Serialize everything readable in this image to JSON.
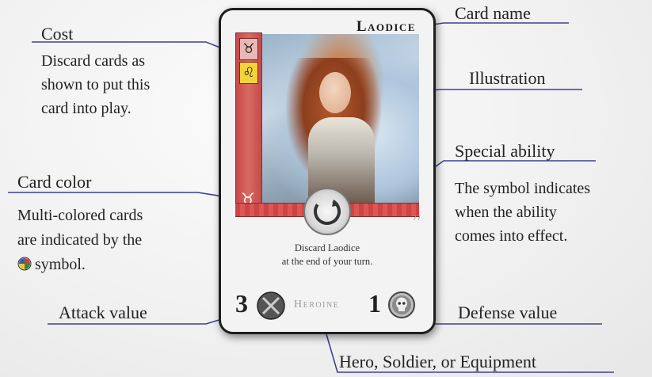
{
  "card": {
    "name": "Laodice",
    "ability_text_line1": "Discard Laodice",
    "ability_text_line2": "at the end of your turn.",
    "attack_value": "3",
    "defense_value": "1",
    "type": "Heroine",
    "card_number": "77",
    "cost_symbols": [
      {
        "glyph": "♉",
        "name": "taurus-icon",
        "bg": "#e8b9b4"
      },
      {
        "glyph": "♌",
        "name": "leo-icon",
        "bg": "#f2d43a"
      },
      {
        "glyph": "♉",
        "name": "taurus-icon",
        "bg": "#c64a4a"
      }
    ],
    "card_color": "#c64a4a"
  },
  "labels": {
    "cost": "Cost",
    "cost_desc": [
      "Discard cards as",
      "shown to put this",
      "card into play."
    ],
    "card_color": "Card color",
    "card_color_desc": [
      "Multi-colored cards",
      "are indicated by the",
      "symbol."
    ],
    "attack": "Attack value",
    "card_name": "Card name",
    "illustration": "Illustration",
    "special_ability": "Special ability",
    "special_ability_desc": [
      "The symbol indicates",
      "when the ability",
      "comes into effect."
    ],
    "defense": "Defense value",
    "type": "Hero, Soldier, or Equipment"
  },
  "leader_color": "#4a4aa0"
}
